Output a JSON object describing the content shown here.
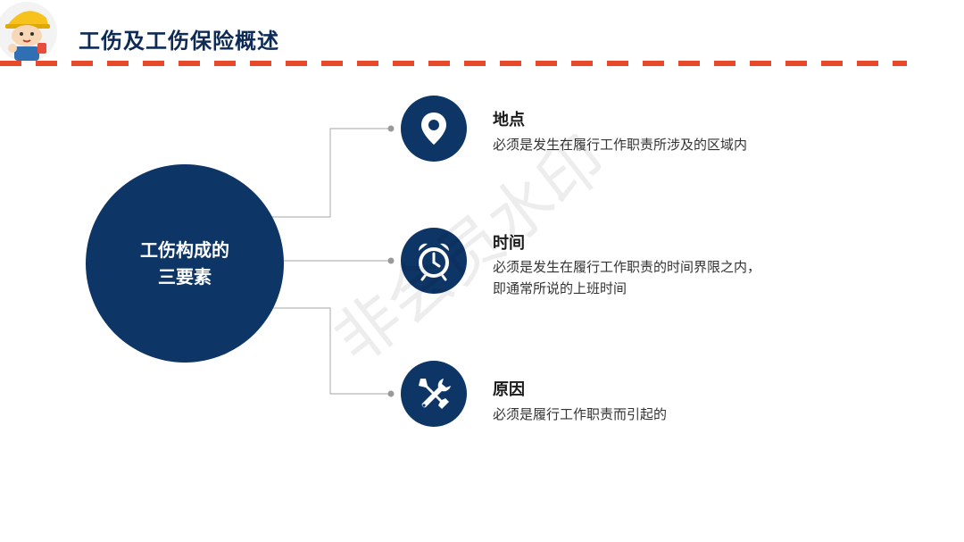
{
  "header": {
    "title": "工伤及工伤保险概述"
  },
  "center": {
    "line1": "工伤构成的",
    "line2": "三要素"
  },
  "items": [
    {
      "icon": "location-pin-icon",
      "heading": "地点",
      "desc1": "必须是发生在履行工作职责所涉及的区域内",
      "desc2": ""
    },
    {
      "icon": "alarm-clock-icon",
      "heading": "时间",
      "desc1": "必须是发生在履行工作职责的时间界限之内，",
      "desc2": "即通常所说的上班时间"
    },
    {
      "icon": "tools-icon",
      "heading": "原因",
      "desc1": "必须是履行工作职责而引起的",
      "desc2": ""
    }
  ],
  "watermark": "非会员水印",
  "colors": {
    "navy": "#0d3566",
    "title": "#0d2b55",
    "dash": "#e8492a"
  }
}
